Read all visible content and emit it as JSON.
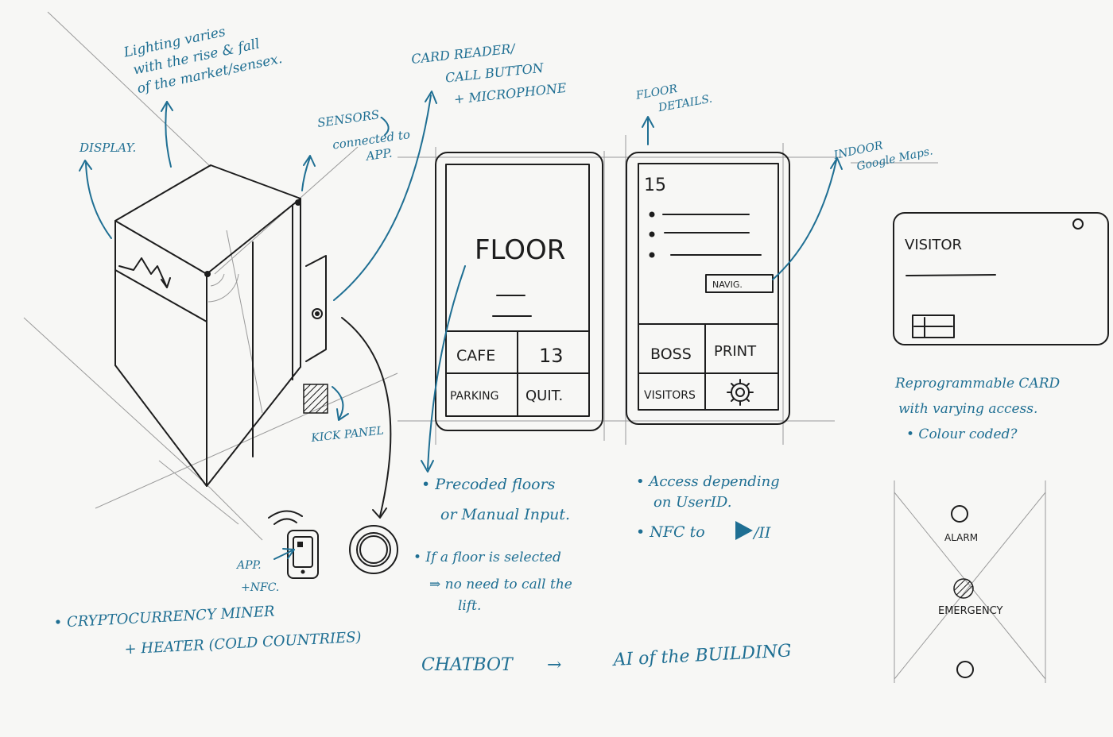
{
  "colors": {
    "ink_blue": "#1f6f93",
    "pencil": "#1d1d1d",
    "paper": "#f7f7f5"
  },
  "notes": {
    "lighting": [
      "Lighting varies",
      "with the rise & fall",
      "of the market/sensex."
    ],
    "display": "DISPLAY.",
    "sensors": [
      "SENSORS.",
      "connected to",
      "APP."
    ],
    "card_reader": [
      "CARD READER/",
      "CALL BUTTON",
      "+ MICROPHONE"
    ],
    "floor_details": [
      "FLOOR",
      "DETAILS."
    ],
    "indoor_maps": [
      "INDOOR",
      "Google Maps."
    ],
    "kick_panel": "KICK PANEL",
    "app_nfc": [
      "APP.",
      "+NFC."
    ],
    "crypto": [
      "• CRYPTOCURRENCY MINER",
      "+ HEATER (COLD COUNTRIES)"
    ],
    "precoded": [
      "• Precoded floors",
      "or Manual Input."
    ],
    "if_floor": [
      "• If a floor is selected",
      "⇒ no need to call the",
      "lift."
    ],
    "access": [
      "• Access depending",
      "on UserID."
    ],
    "nfc_to": "• NFC to",
    "nfc_to_tail": "/II",
    "reprogrammable": [
      "Reprogrammable CARD",
      "with varying access.",
      "• Colour coded?"
    ],
    "chatbot": "CHATBOT",
    "chatbot_arrow": "→",
    "ai": "AI of the BUILDING"
  },
  "screen1": {
    "title": "FLOOR",
    "dash": "—",
    "cells": [
      "CAFE",
      "13",
      "PARKING",
      "QUIT."
    ]
  },
  "screen2": {
    "number": "15",
    "navi": "NAVIG.",
    "cells": [
      "BOSS",
      "PRINT",
      "VISITORS"
    ],
    "settings_icon": "gear-icon"
  },
  "visitor_card": {
    "label": "VISITOR"
  },
  "panel": {
    "alarm": "ALARM",
    "emergency": "EMERGENCY"
  }
}
